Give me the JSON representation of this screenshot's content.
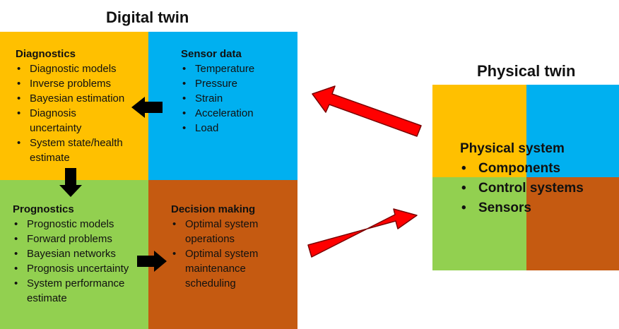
{
  "digital_twin": {
    "title": "Digital twin",
    "diagnostics": {
      "heading": "Diagnostics",
      "items": [
        "Diagnostic models",
        "Inverse problems",
        "Bayesian estimation",
        "Diagnosis uncertainty",
        "System state/health estimate"
      ]
    },
    "sensor_data": {
      "heading": "Sensor data",
      "items": [
        "Temperature",
        "Pressure",
        "Strain",
        "Acceleration",
        "Load"
      ]
    },
    "prognostics": {
      "heading": "Prognostics",
      "items": [
        "Prognostic models",
        "Forward problems",
        "Bayesian networks",
        "Prognosis uncertainty",
        "System performance estimate"
      ]
    },
    "decision_making": {
      "heading": "Decision making",
      "items": [
        "Optimal system operations",
        "Optimal system maintenance scheduling"
      ]
    }
  },
  "physical_twin": {
    "title": "Physical twin",
    "heading": "Physical system",
    "items": [
      "Components",
      "Control systems",
      "Sensors"
    ]
  },
  "colors": {
    "orange": "#FFC000",
    "blue": "#00B0F0",
    "green": "#92D050",
    "brown": "#C55A11",
    "arrow_red": "#FF0000",
    "arrow_black": "#000000"
  }
}
